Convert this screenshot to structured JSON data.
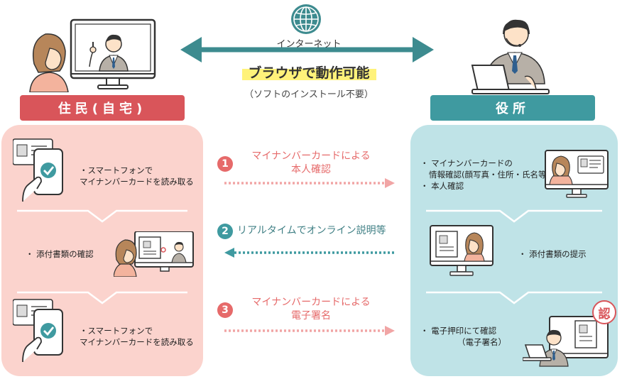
{
  "network": {
    "label": "インターネット",
    "highlight": "ブラウザで動作可能",
    "note": "（ソフトのインストール不要）"
  },
  "resident": {
    "header": "住民(自宅)",
    "items": [
      "・スマートフォンで\nマイナンバーカードを読み取る",
      "・ 添付書類の確認",
      "・スマートフォンで\nマイナンバーカードを読み取る"
    ]
  },
  "office": {
    "header": "役所",
    "items": [
      "・ マイナンバーカードの\n情報確認(顔写真・住所・氏名等)\n・ 本人確認",
      "・ 添付書類の提示",
      "・ 電子押印にて確認\n（電子署名）"
    ],
    "stamp": "認"
  },
  "steps": [
    {
      "num": "1",
      "title": "マイナンバーカードによる\n本人確認"
    },
    {
      "num": "2",
      "title": "リアルタイムでオンライン説明等"
    },
    {
      "num": "3",
      "title": "マイナンバーカードによる\n電子署名"
    }
  ],
  "colors": {
    "resident_header": "#d9555a",
    "resident_panel": "#fbd3cd",
    "office_header": "#3f9aa0",
    "office_panel": "#bfe3e7",
    "arrow_teal": "#3d8b8f",
    "step_pink": "#e66a6a",
    "step_teal": "#3f9aa0",
    "highlight_yellow": "#fff27a"
  }
}
